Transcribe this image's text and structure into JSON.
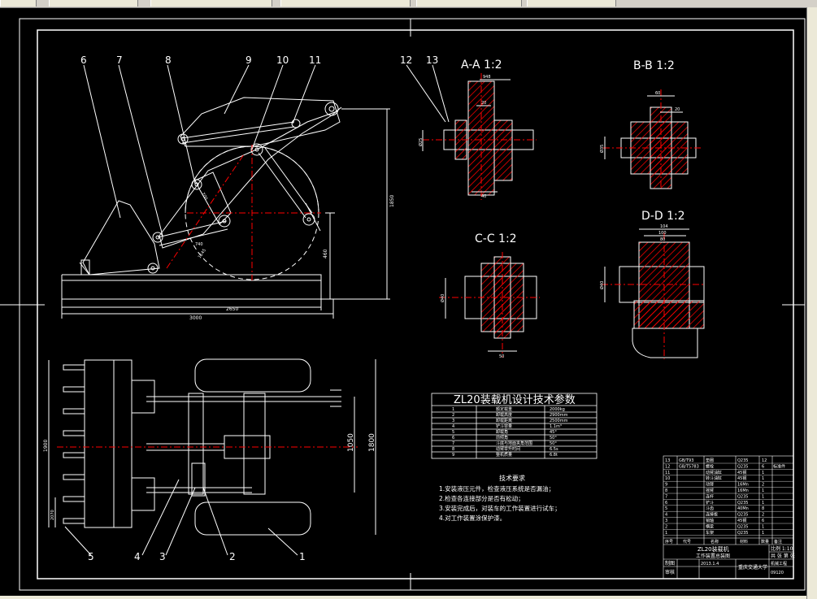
{
  "window": {
    "tabs": [
      "",
      "",
      "",
      "",
      "",
      ""
    ]
  },
  "main_view": {
    "part_numbers": [
      "1",
      "2",
      "3",
      "4",
      "5",
      "6",
      "7",
      "8",
      "9",
      "10",
      "11",
      "12",
      "13"
    ],
    "dims_side": [
      "3000",
      "2650",
      "1850",
      "460",
      "740",
      "700",
      "1145"
    ],
    "dims_top": [
      "1900",
      "1800",
      "1050",
      "2070"
    ]
  },
  "sections": {
    "aa": {
      "title": "A-A 1:2",
      "dims": [
        "948",
        "20",
        "Ø25",
        "40"
      ]
    },
    "bb": {
      "title": "B-B 1:2",
      "dims": [
        "60",
        "20",
        "Ø35"
      ]
    },
    "cc": {
      "title": "C-C 1:2",
      "dims": [
        "Ø40",
        "50"
      ]
    },
    "dd": {
      "title": "D-D 1:2",
      "dims": [
        "104",
        "100",
        "80",
        "Ø40"
      ]
    }
  },
  "param_table": {
    "title": "ZL20装载机设计技术参数",
    "rows": [
      [
        "1",
        "额定载重",
        "2000kg"
      ],
      [
        "2",
        "卸载高度",
        "2900mm"
      ],
      [
        "3",
        "卸载距离",
        "2500mm"
      ],
      [
        "4",
        "铲斗容量",
        "1.1m³"
      ],
      [
        "5",
        "卸载角",
        "45°"
      ],
      [
        "6",
        "前倾角",
        "50°"
      ],
      [
        "7",
        "斗底与地面夹角范围",
        "50°"
      ],
      [
        "8",
        "动臂举升时间",
        "6.5s"
      ],
      [
        "9",
        "整机质量",
        "6.8t"
      ]
    ]
  },
  "tech_req": {
    "title": "技术要求",
    "lines": [
      "1.安装液压元件，检查液压系统是否漏油；",
      "2.检查各连接部分是否有松动；",
      "3.安装完成后，对装车的工作装置进行试车；",
      "4.对工作装置涂保护漆。"
    ]
  },
  "bom": {
    "rows": [
      [
        "13",
        "GB/T93",
        "垫圈",
        "Q235",
        "12",
        ""
      ],
      [
        "12",
        "GB/T5783",
        "螺栓",
        "Q235",
        "6",
        "标准件"
      ],
      [
        "11",
        "",
        "动臂油缸",
        "45钢",
        "1",
        ""
      ],
      [
        "10",
        "",
        "转斗油缸",
        "45钢",
        "1",
        ""
      ],
      [
        "9",
        "",
        "动臂",
        "16Mn",
        "2",
        ""
      ],
      [
        "8",
        "",
        "摇臂",
        "16Mn",
        "1",
        ""
      ],
      [
        "7",
        "",
        "连杆",
        "Q235",
        "1",
        ""
      ],
      [
        "6",
        "",
        "铲斗",
        "Q235",
        "1",
        ""
      ],
      [
        "5",
        "",
        "斗齿",
        "40Mn",
        "8",
        ""
      ],
      [
        "4",
        "",
        "连接板",
        "Q235",
        "2",
        ""
      ],
      [
        "3",
        "",
        "销轴",
        "45钢",
        "6",
        ""
      ],
      [
        "2",
        "",
        "横梁",
        "Q235",
        "1",
        ""
      ],
      [
        "1",
        "",
        "车架",
        "Q235",
        "1",
        ""
      ]
    ],
    "header": [
      "序号",
      "代号",
      "名称",
      "材料",
      "数量",
      "备注"
    ],
    "title": "ZL20装载机",
    "subtitle": "工作装置总装图",
    "scale": "比例 1:10",
    "sheet": "共 张 第 张",
    "designer_label": "制图",
    "checker_label": "审核",
    "date": "2013.1.4",
    "school": "重庆交通大学",
    "class": "机械工程",
    "student_no": "09120"
  },
  "colors": {
    "bg": "#000000",
    "line": "#ffffff",
    "hatch": "#ff0000",
    "center": "#ff0000",
    "yellow": "#ffff00",
    "magenta": "#ff00ff"
  }
}
